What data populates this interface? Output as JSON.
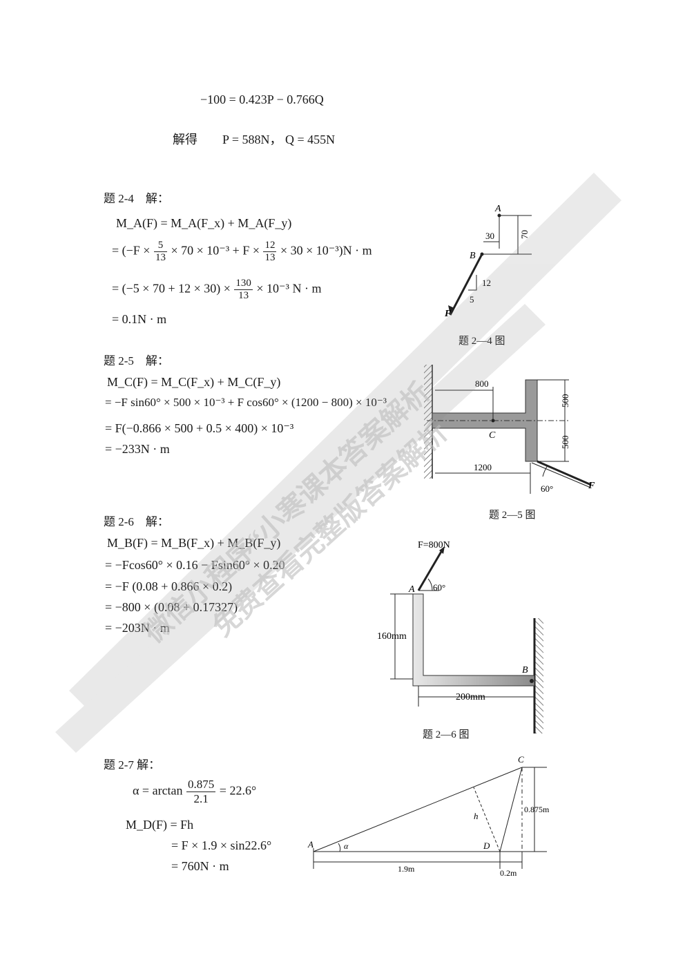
{
  "top": {
    "eq1": "−100 = 0.423P − 0.766Q",
    "solve_label": "解得",
    "solve_result": "P = 588N，  Q = 455N"
  },
  "p24": {
    "heading": "题 2-4　解：",
    "line1": "M_A(F) = M_A(F_x) + M_A(F_y)",
    "line2_pre": "= (−F ×",
    "line2_f1_num": "5",
    "line2_f1_den": "13",
    "line2_mid": "× 70 × 10⁻³ + F ×",
    "line2_f2_num": "12",
    "line2_f2_den": "13",
    "line2_post": "× 30 × 10⁻³)N · m",
    "line3_pre": "= (−5 × 70 + 12 × 30) ×",
    "line3_f_num": "130",
    "line3_f_den": "13",
    "line3_post": "× 10⁻³ N · m",
    "line4": "= 0.1N · m",
    "fig": {
      "A": "A",
      "B": "B",
      "F": "F",
      "d30": "30",
      "d70": "70",
      "d12": "12",
      "d5": "5"
    },
    "caption": "题 2—4 图"
  },
  "p25": {
    "heading": "题 2-5　解：",
    "line1": "M_C(F) = M_C(F_x) + M_C(F_y)",
    "line2": "= −F sin60° × 500 × 10⁻³ + F cos60° × (1200 − 800) × 10⁻³",
    "line3": "= F(−0.866 × 500 + 0.5 × 400) × 10⁻³",
    "line4": "= −233N · m",
    "fig": {
      "d800": "800",
      "d500a": "500",
      "d500b": "500",
      "d1200": "1200",
      "C": "C",
      "angle": "60°",
      "F": "F"
    },
    "caption": "题 2—5 图"
  },
  "p26": {
    "heading": "题 2-6　解：",
    "line1": "M_B(F) = M_B(F_x) + M_B(F_y)",
    "line2": "= −Fcos60° × 0.16 − Fsin60° × 0.20",
    "line3": "= −F (0.08 + 0.866 × 0.2)",
    "line4": "= −800 × (0.08 + 0.17327)",
    "line5": "= −203N · m",
    "fig": {
      "force": "F=800N",
      "A": "A",
      "angle": "60°",
      "d160": "160mm",
      "d200": "200mm",
      "B": "B"
    },
    "caption": "题 2—6 图"
  },
  "p27": {
    "heading": "题 2-7 解：",
    "alpha_pre": "α = arctan",
    "alpha_num": "0.875",
    "alpha_den": "2.1",
    "alpha_post": "= 22.6°",
    "md1": "M_D(F) = Fh",
    "md2": "= F × 1.9 × sin22.6°",
    "md3": "= 760N · m",
    "fig": {
      "A": "A",
      "alpha": "α",
      "D": "D",
      "C": "C",
      "h": "h",
      "d19": "1.9m",
      "d02": "0.2m",
      "d0875": "0.875m"
    }
  },
  "watermark": {
    "line1": "微信小程序“小寒课本答案解析",
    "line2": "免费查看完整版答案解析"
  }
}
